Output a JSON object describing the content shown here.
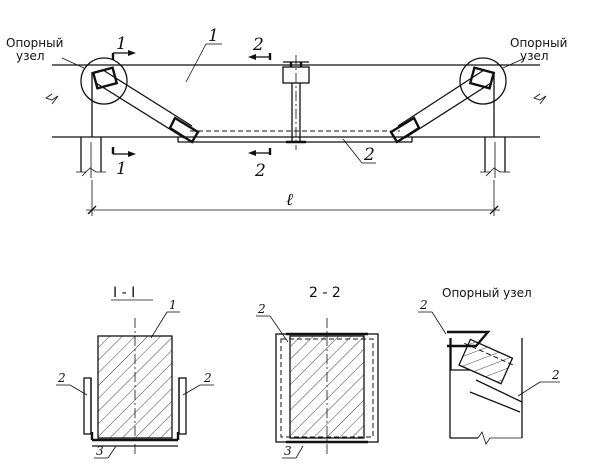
{
  "labels": {
    "support_node_left": "Опорный",
    "support_node_left_2": "узел",
    "support_node_right": "Опорный",
    "support_node_right_2": "узел",
    "span": "ℓ",
    "section_1_1": "I - I",
    "section_2_2": "2 - 2",
    "support_node_detail": "Опорный узел"
  },
  "markers": {
    "beam": "1",
    "strut": "2",
    "angle": "3",
    "cut_1": "1",
    "cut_2": "2"
  }
}
